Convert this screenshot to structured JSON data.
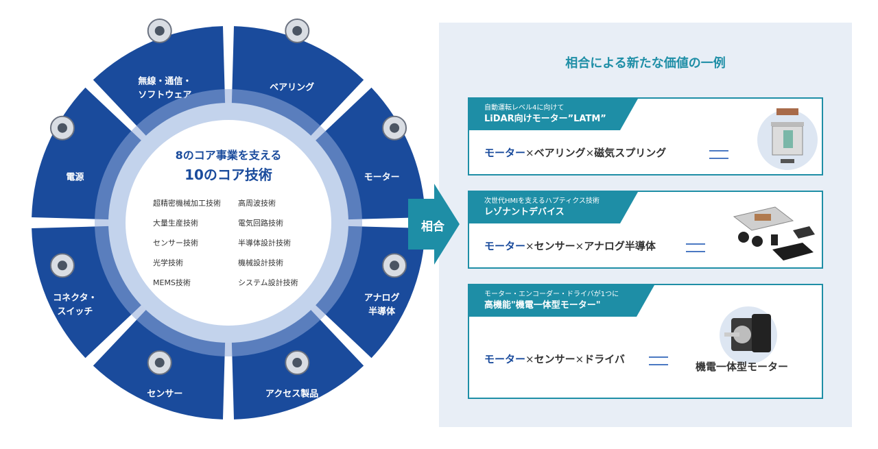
{
  "wheel": {
    "center_title": "8のコア事業を支える",
    "center_subtitle": "10のコア技術",
    "technologies": [
      "超精密機械加工技術",
      "高周波技術",
      "大量生産技術",
      "電気回路技術",
      "センサー技術",
      "半導体設計技術",
      "光学技術",
      "機械設計技術",
      "MEMS技術",
      "システム設計技術"
    ],
    "segments": [
      {
        "label_lines": [
          "無線・通信・",
          "ソフトウェア"
        ],
        "icon": "antenna-icon"
      },
      {
        "label_lines": [
          "ベアリング"
        ],
        "icon": "bearing-icon"
      },
      {
        "label_lines": [
          "モーター"
        ],
        "icon": "motor-icon"
      },
      {
        "label_lines": [
          "アナログ",
          "半導体"
        ],
        "icon": "chip-icon"
      },
      {
        "label_lines": [
          "アクセス製品"
        ],
        "icon": "key-icon"
      },
      {
        "label_lines": [
          "センサー"
        ],
        "icon": "sensor-icon"
      },
      {
        "label_lines": [
          "コネクタ・",
          "スイッチ"
        ],
        "icon": "connector-icon"
      },
      {
        "label_lines": [
          "電源"
        ],
        "icon": "power-supply-icon"
      }
    ]
  },
  "arrow_label": "相合",
  "panel": {
    "title": "相合による新たな価値の一例",
    "cards": [
      {
        "head_line1": "自動運転レベル4に向けて",
        "head_line2": "LiDAR向けモーター”LATM”",
        "formula": [
          "モーター",
          "×",
          "ベアリング",
          "×",
          "磁気スプリング"
        ],
        "result_label": "",
        "thumb_icon": "lidar-motor-icon"
      },
      {
        "head_line1": "次世代HMIを支えるハプティクス技術",
        "head_line2": "レゾナントデバイス",
        "formula": [
          "モーター",
          "×",
          "センサー",
          "×",
          "アナログ半導体"
        ],
        "result_label": "",
        "thumb_icon": "resonant-device-icon"
      },
      {
        "head_line1": "モーター・エンコーダー・ドライバが1つに",
        "head_line2": "高機能\"機電一体型モーター\"",
        "formula": [
          "モーター",
          "×",
          "センサー",
          "×",
          "ドライバ"
        ],
        "result_label": "機電一体型モーター",
        "thumb_icon": "integrated-motor-icon"
      }
    ]
  },
  "colors": {
    "wheel_blue": "#1a4b9c",
    "ring_light": "#c3d3ec",
    "teal": "#1e8ea6",
    "panel_bg": "#e8eef6"
  }
}
